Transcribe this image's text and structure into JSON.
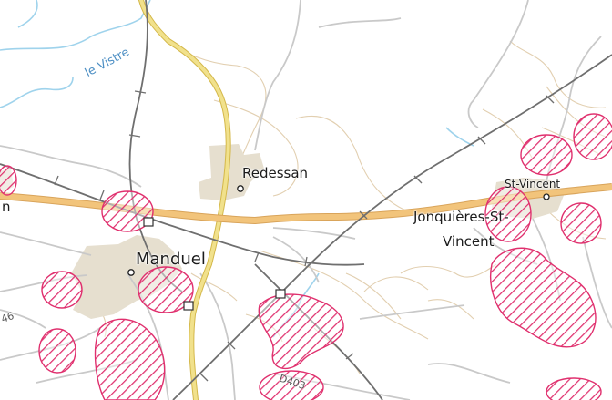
{
  "map": {
    "places": {
      "redessan": "Redessan",
      "manduel": "Manduel",
      "jonquieres_line1": "Jonquières-St-",
      "jonquieres_line2": "Vincent",
      "st_vincent": "St-Vincent",
      "edge_fragment": "n"
    },
    "waterways": {
      "vistre": "le Vistre"
    },
    "roads": {
      "d403": "D403",
      "edge_road": "46"
    },
    "colors": {
      "background": "#ffffff",
      "urban_area": "#e6dfcf",
      "motorway": "#f2c47b",
      "main_road": "#f1e18c",
      "water": "#9fd3ec",
      "water_label": "#4d8fc4",
      "railway": "#6f6f6f",
      "minor_road": "#c9c9c9",
      "contour": "#e2cfb0",
      "hatched_zone": "#e0306e"
    }
  }
}
